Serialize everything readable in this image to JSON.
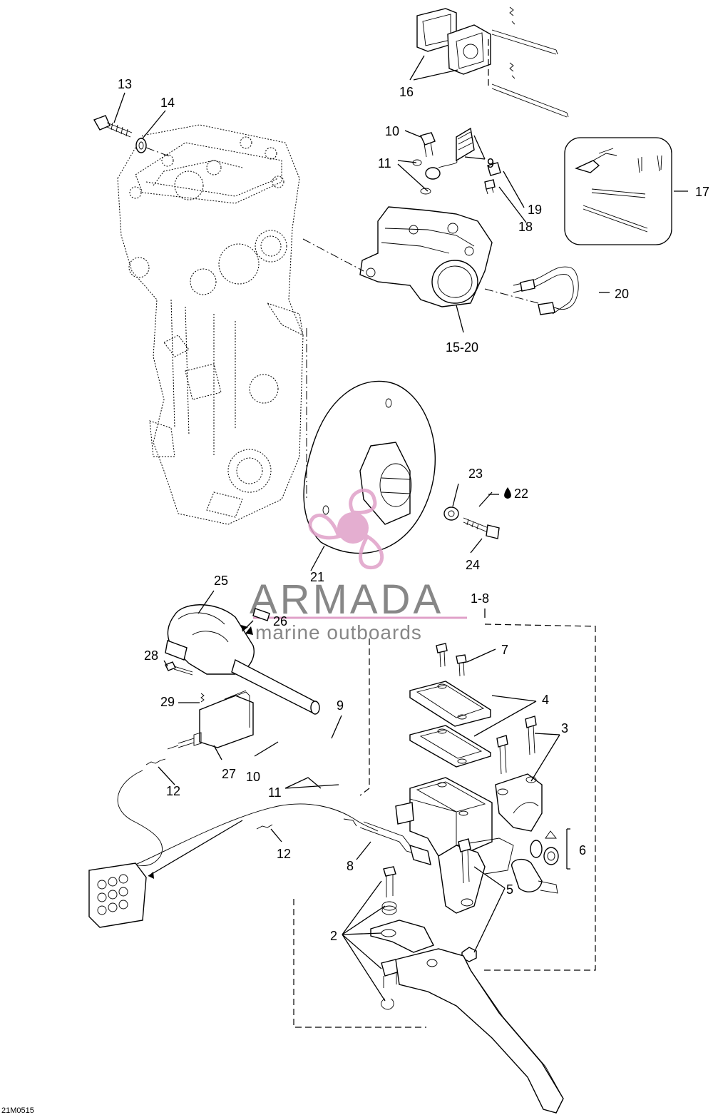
{
  "diagram_code": "21M0515",
  "watermark": {
    "brand": "ARMADA",
    "tagline": "marine outboards",
    "brand_color": "#7b7b7b",
    "accent_color": "#e0a0c8"
  },
  "labels": {
    "l13": "13",
    "l14": "14",
    "l16": "16",
    "l10a": "10",
    "l9a": "9",
    "l11a": "11",
    "l19": "19",
    "l18": "18",
    "l17": "17",
    "l20": "20",
    "l1520": "15-20",
    "l23": "23",
    "l22": "22",
    "l24": "24",
    "l21": "21",
    "l25": "25",
    "l26": "26",
    "l18b": "1-8",
    "l7": "7",
    "l28": "28",
    "l4": "4",
    "l3": "3",
    "l29": "29",
    "l9b": "9",
    "l27": "27",
    "l10b": "10",
    "l12a": "12",
    "l11b": "11",
    "l6": "6",
    "l12b": "12",
    "l8": "8",
    "l5": "5",
    "l2": "2"
  }
}
